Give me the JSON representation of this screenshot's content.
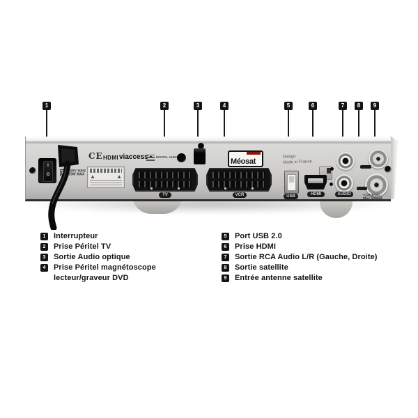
{
  "callouts": [
    "1",
    "2",
    "3",
    "4",
    "5",
    "6",
    "7",
    "8",
    "9"
  ],
  "device": {
    "brand": "Méosat",
    "logos": {
      "ce": "CE",
      "hdmi": "HDMI",
      "viaccess": "viaccess",
      "digital_audio": "DIGITAL AUDIO"
    },
    "power": {
      "switch_on": "I",
      "switch_off": "O",
      "rating_line1": "230V 50Hz",
      "rating_line2": "15W MAX"
    },
    "made_in": {
      "line1": "Design",
      "line2": "Made in France"
    },
    "ports": {
      "tv": "TV",
      "vcr": "VCR",
      "usb": "USB",
      "hdmi": "HDMI",
      "audio": "AUDIO"
    },
    "sat": {
      "line1": "+13/18Vdc",
      "line2": "Max 500mA"
    }
  },
  "legend": {
    "left": [
      {
        "num": "1",
        "text": "Interrupteur"
      },
      {
        "num": "2",
        "text": "Prise Péritel TV"
      },
      {
        "num": "3",
        "text": "Sortie Audio optique"
      },
      {
        "num": "4",
        "text": "Prise Péritel magnétoscope",
        "text2": "lecteur/graveur DVD"
      }
    ],
    "right": [
      {
        "num": "5",
        "text": "Port USB 2.0"
      },
      {
        "num": "6",
        "text": "Prise HDMI"
      },
      {
        "num": "7",
        "text": "Sortie RCA Audio L/R (Gauche, Droite)"
      },
      {
        "num": "8",
        "text": "Sortie satellite"
      },
      {
        "num": "9",
        "text": "Entrée antenne satellite"
      }
    ]
  }
}
